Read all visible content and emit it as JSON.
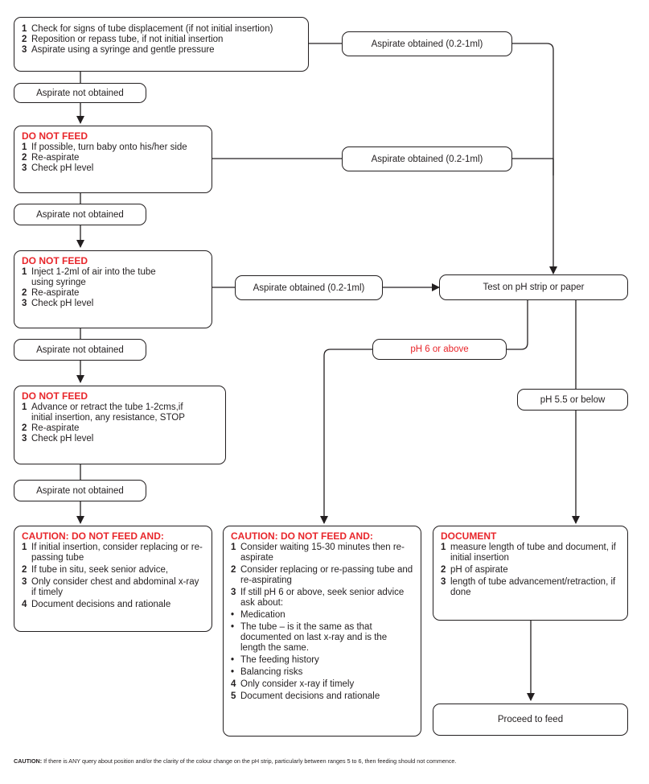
{
  "box_start": {
    "items": [
      {
        "n": "1",
        "text": "Check for signs of tube displacement (if not initial insertion)"
      },
      {
        "n": "2",
        "text": "Reposition or repass tube, if not initial insertion"
      },
      {
        "n": "3",
        "text": "Aspirate using a syringe and gentle pressure"
      }
    ]
  },
  "aspirate_obtained_label": "Aspirate obtained (0.2-1ml)",
  "aspirate_not_obtained_label": "Aspirate not obtained",
  "box_step2": {
    "heading": "DO NOT FEED",
    "items": [
      {
        "n": "1",
        "text": "If possible, turn baby onto his/her side"
      },
      {
        "n": "2",
        "text": "Re-aspirate"
      },
      {
        "n": "3",
        "text": "Check pH level"
      }
    ]
  },
  "box_step3": {
    "heading": "DO NOT FEED",
    "items": [
      {
        "n": "1",
        "text": "Inject 1-2ml of air into the tube"
      },
      {
        "n": "",
        "text": "using syringe"
      },
      {
        "n": "2",
        "text": "Re-aspirate"
      },
      {
        "n": "3",
        "text": "Check pH level"
      }
    ]
  },
  "box_step4": {
    "heading": "DO NOT FEED",
    "items": [
      {
        "n": "1",
        "text": "Advance or retract the tube 1-2cms,if"
      },
      {
        "n": "",
        "text": "initial insertion, any resistance, STOP"
      },
      {
        "n": "2",
        "text": "Re-aspirate"
      },
      {
        "n": "3",
        "text": "Check pH level"
      }
    ]
  },
  "box_caution_left": {
    "heading": "CAUTION: DO NOT FEED AND:",
    "items": [
      {
        "n": "1",
        "text": "If initial insertion, consider replacing or re-passing tube"
      },
      {
        "n": "2",
        "text": "If tube in situ, seek senior advice,"
      },
      {
        "n": "3",
        "text": "Only consider chest and abdominal x-ray if timely"
      },
      {
        "n": "4",
        "text": "Document decisions and rationale"
      }
    ]
  },
  "test_ph_label": "Test on pH strip or paper",
  "ph_high_label": "pH 6 or above",
  "ph_low_label": "pH 5.5 or below",
  "box_caution_mid": {
    "heading": "CAUTION: DO NOT FEED AND:",
    "items": [
      {
        "n": "1",
        "text": "Consider waiting 15-30 minutes then re-aspirate"
      },
      {
        "n": "2",
        "text": "Consider replacing or re-passing tube and re-aspirating"
      },
      {
        "n": "3",
        "text": "If still pH 6 or above, seek senior advice ask about:"
      },
      {
        "n": "•",
        "text": "Medication"
      },
      {
        "n": "•",
        "text": "The tube – is it the same as that documented on last x-ray and is the length the same."
      },
      {
        "n": "•",
        "text": "The feeding history"
      },
      {
        "n": "•",
        "text": "Balancing risks"
      },
      {
        "n": "4",
        "text": "Only consider x-ray if timely"
      },
      {
        "n": "5",
        "text": "Document decisions and rationale"
      }
    ]
  },
  "box_document": {
    "heading": "DOCUMENT",
    "items": [
      {
        "n": "1",
        "text": "measure length of tube and document, if initial insertion"
      },
      {
        "n": "2",
        "text": "pH of aspirate"
      },
      {
        "n": "3",
        "text": "length of tube advancement/retraction, if done"
      }
    ]
  },
  "proceed_label": "Proceed to feed",
  "footnote": {
    "caution_prefix": "CAUTION:",
    "text": " If there is ANY query about position and/or the clarity of the colour change on the pH strip, particularly between ranges 5 to 6, then feeding should not commence."
  },
  "colors": {
    "heading_red": "#e8262b",
    "line": "#231f20"
  }
}
